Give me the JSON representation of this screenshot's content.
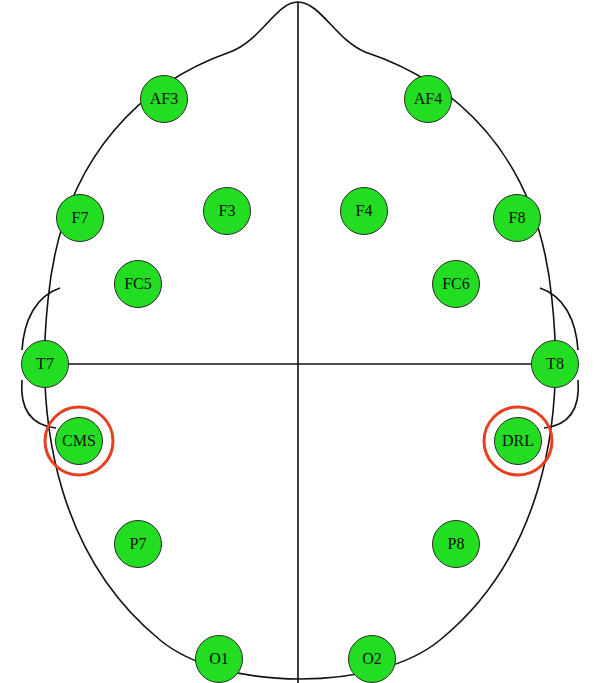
{
  "diagram": {
    "nodes": [
      {
        "text": [
          "AF3"
        ]
      },
      {
        "text": [
          "AF4"
        ]
      },
      {
        "text": [
          "F7"
        ]
      },
      {
        "text": [
          "F3"
        ]
      },
      {
        "text": [
          "F4"
        ]
      },
      {
        "text": [
          "F8"
        ]
      },
      {
        "text": [
          "FC5"
        ]
      },
      {
        "text": [
          "FC6"
        ]
      },
      {
        "text": [
          "T7"
        ]
      },
      {
        "text": [
          "T8"
        ]
      },
      {
        "text": [
          "CMS"
        ]
      },
      {
        "text": [
          "DRL"
        ]
      },
      {
        "text": [
          "P7"
        ]
      },
      {
        "text": [
          "P8"
        ]
      },
      {
        "text": [
          "O1"
        ]
      },
      {
        "text": [
          "O2"
        ]
      }
    ]
  }
}
